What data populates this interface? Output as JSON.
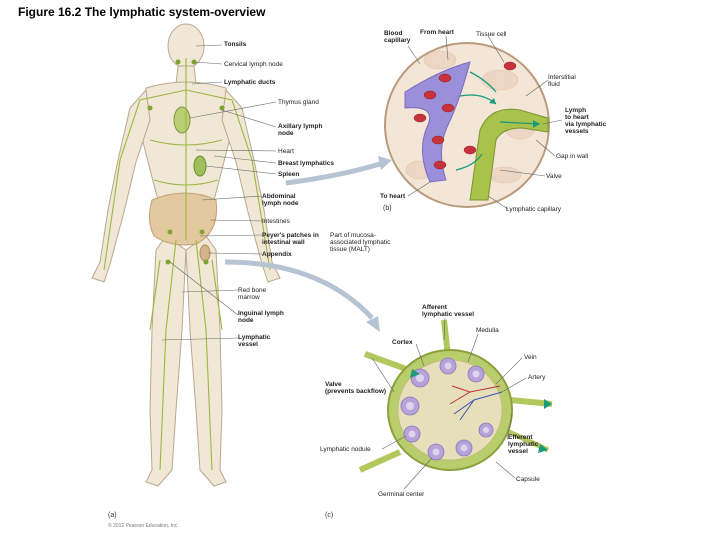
{
  "title": "Figure 16.2 The lymphatic system-overview",
  "body_labels": [
    {
      "id": "tonsils",
      "text": "Tonsils",
      "bold": true
    },
    {
      "id": "cervical",
      "text": "Cervical lymph node",
      "bold": false
    },
    {
      "id": "ducts",
      "text": "Lymphatic ducts",
      "bold": true
    },
    {
      "id": "thymus",
      "text": "Thymus gland",
      "bold": false
    },
    {
      "id": "axillary",
      "text": "Axillary lymph\nnode",
      "bold": true
    },
    {
      "id": "heart",
      "text": "Heart",
      "bold": false
    },
    {
      "id": "breast",
      "text": "Breast lymphatics",
      "bold": true
    },
    {
      "id": "spleen",
      "text": "Spleen",
      "bold": true
    },
    {
      "id": "abdominal",
      "text": "Abdominal\nlymph node",
      "bold": true
    },
    {
      "id": "intestines",
      "text": "Intestines",
      "bold": false
    },
    {
      "id": "peyers",
      "text": "Peyer's patches in\nintestinal wall",
      "bold": true
    },
    {
      "id": "appendix",
      "text": "Appendix",
      "bold": true
    },
    {
      "id": "malt",
      "text": "Part of mucosa-\nassociated lymphatic\ntissue (MALT)",
      "bold": false
    },
    {
      "id": "marrow",
      "text": "Red bone\nmarrow",
      "bold": false
    },
    {
      "id": "inguinal",
      "text": "Inguinal lymph\nnode",
      "bold": true
    },
    {
      "id": "vessel",
      "text": "Lymphatic\nvessel",
      "bold": true
    }
  ],
  "capillary_labels": [
    {
      "id": "blood-capillary",
      "text": "Blood\ncapillary",
      "bold": true
    },
    {
      "id": "from-heart",
      "text": "From heart",
      "bold": true
    },
    {
      "id": "tissue-cell",
      "text": "Tissue cell",
      "bold": false
    },
    {
      "id": "interstitial",
      "text": "Interstitial\nfluid",
      "bold": false
    },
    {
      "id": "lymph-to-heart",
      "text": "Lymph\nto heart\nvia lymphatic\nvessels",
      "bold": true
    },
    {
      "id": "gap",
      "text": "Gap in wall",
      "bold": false
    },
    {
      "id": "valve-b",
      "text": "Valve",
      "bold": false
    },
    {
      "id": "to-heart",
      "text": "To heart",
      "bold": true
    },
    {
      "id": "lymph-capillary",
      "text": "Lymphatic capillary",
      "bold": false
    }
  ],
  "node_labels": [
    {
      "id": "afferent",
      "text": "Afferent\nlymphatic vessel",
      "bold": true
    },
    {
      "id": "medulla",
      "text": "Medulla",
      "bold": false
    },
    {
      "id": "cortex",
      "text": "Cortex",
      "bold": true
    },
    {
      "id": "vein",
      "text": "Vein",
      "bold": false
    },
    {
      "id": "artery",
      "text": "Artery",
      "bold": false
    },
    {
      "id": "valve-c",
      "text": "Valve\n(prevents backflow)",
      "bold": true
    },
    {
      "id": "efferent",
      "text": "Efferent\nlymphatic\nvessel",
      "bold": true
    },
    {
      "id": "nodule",
      "text": "Lymphatic nodule",
      "bold": false
    },
    {
      "id": "capsule",
      "text": "Capsule",
      "bold": false
    },
    {
      "id": "germinal",
      "text": "Germinal center",
      "bold": false
    }
  ],
  "panels": {
    "a": "(a)",
    "b": "(b)",
    "c": "(c)"
  },
  "copyright": "© 2012 Pearson Education, Inc."
}
